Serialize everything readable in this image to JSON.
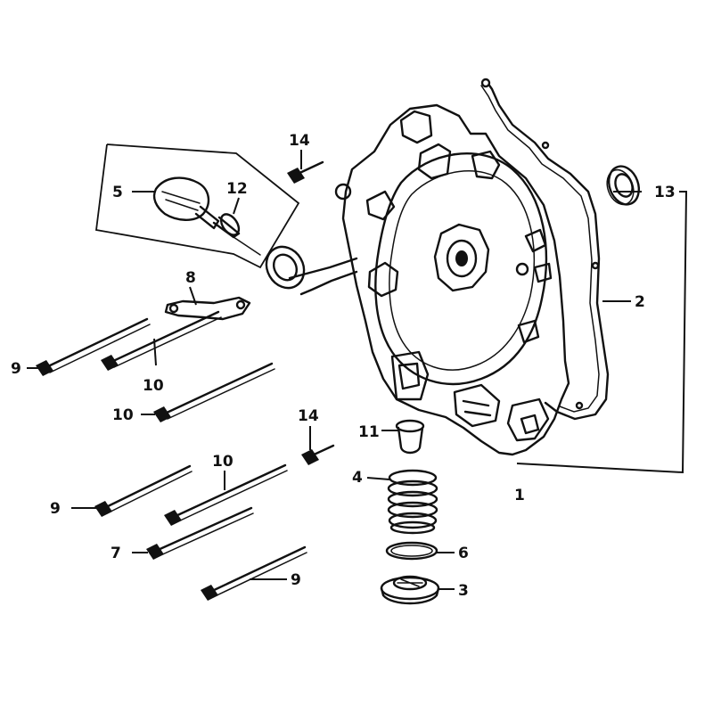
{
  "callouts": {
    "c1": "1",
    "c2": "2",
    "c3": "3",
    "c4": "4",
    "c5": "5",
    "c6": "6",
    "c7": "7",
    "c8": "8",
    "c9a": "9",
    "c9b": "9",
    "c9c": "9",
    "c10a": "10",
    "c10b": "10",
    "c10c": "10",
    "c11": "11",
    "c12": "12",
    "c13": "13",
    "c14a": "14",
    "c14b": "14"
  }
}
